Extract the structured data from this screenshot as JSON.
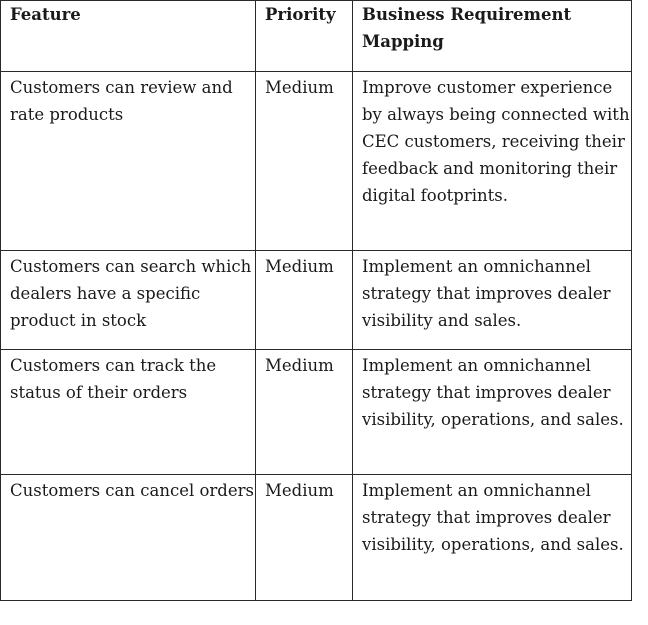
{
  "table": {
    "headers": {
      "feature": "Feature",
      "priority": "Priority",
      "mapping": "Business Requirement Mapping"
    },
    "rows": [
      {
        "feature": "Customers can review and rate products",
        "priority": "Medium",
        "mapping": "Improve customer experience by always being connected with CEC customers, receiving their feedback and monitoring their digital footprints."
      },
      {
        "feature": "Customers can search which dealers have a specific product in stock",
        "priority": "Medium",
        "mapping": "Implement an omnichannel strategy that improves dealer visibility and sales."
      },
      {
        "feature": "Customers can track the status of their orders",
        "priority": "Medium",
        "mapping": "Implement an omnichannel strategy that improves dealer visibility, operations, and sales."
      },
      {
        "feature": "Customers can cancel orders",
        "priority": "Medium",
        "mapping": "Implement an omnichannel strategy that improves dealer visibility, operations, and sales."
      }
    ]
  }
}
